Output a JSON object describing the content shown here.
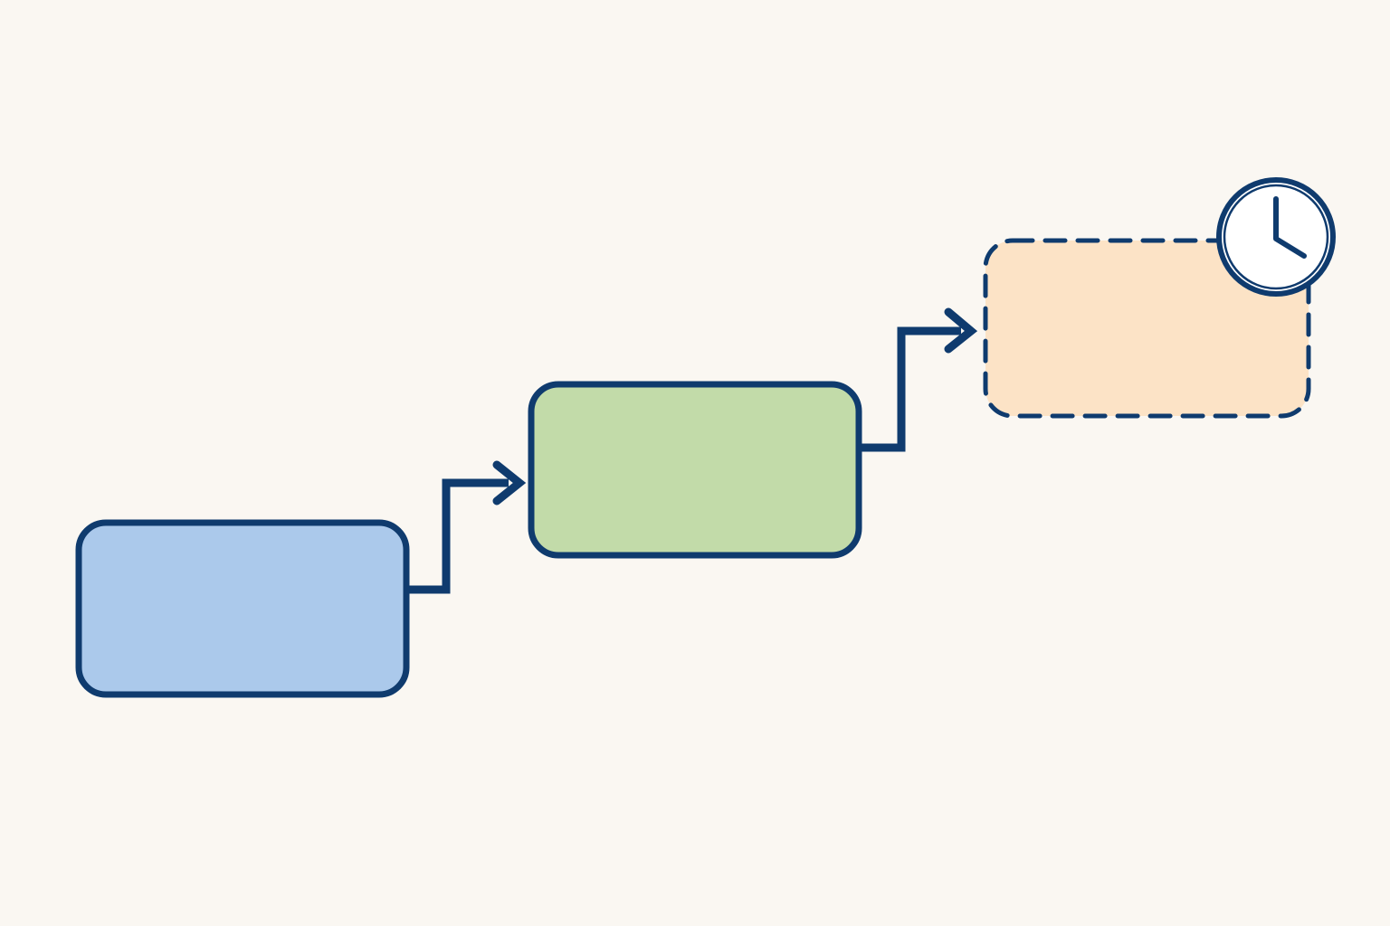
{
  "diagram": {
    "kind": "process-flow",
    "direction": "ascending-left-to-right",
    "steps": [
      {
        "id": "step-1",
        "state": "completed",
        "fill": "#abc9eb",
        "border": "solid"
      },
      {
        "id": "step-2",
        "state": "active",
        "fill": "#c2dba9",
        "border": "solid"
      },
      {
        "id": "step-3",
        "state": "pending",
        "fill": "#fce3c6",
        "border": "dashed",
        "badge_icon": "clock-icon"
      }
    ],
    "connectors": [
      {
        "from": "step-1",
        "to": "step-2",
        "style": "elbow-arrow"
      },
      {
        "from": "step-2",
        "to": "step-3",
        "style": "elbow-arrow"
      }
    ]
  },
  "colors": {
    "background": "#faf7f2",
    "stroke": "#0f3b6e",
    "step_1_fill": "#abc9eb",
    "step_2_fill": "#c2dba9",
    "step_3_fill": "#fce3c6",
    "badge_fill": "#ffffff"
  }
}
